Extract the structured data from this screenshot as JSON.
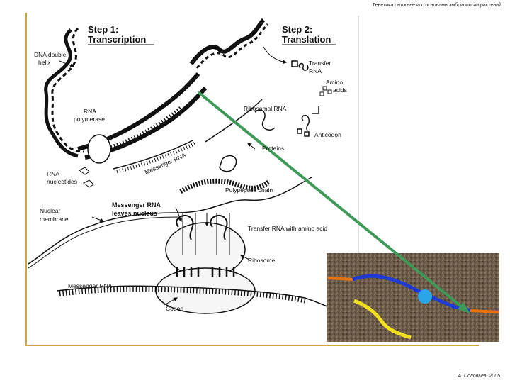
{
  "header": {
    "title": "Генетика онтогенеза с основами эмбриологии растений"
  },
  "footer": {
    "author": "А. Соловьев, 2005"
  },
  "diagram": {
    "step1": {
      "line1": "Step 1:",
      "line2": "Transcription"
    },
    "step2": {
      "line1": "Step 2:",
      "line2": "Translation"
    },
    "labels": {
      "dna_double_helix_1": "DNA double",
      "dna_double_helix_2": "helix",
      "rna_polymerase_1": "RNA",
      "rna_polymerase_2": "polymerase",
      "rna_nucleotides_1": "RNA",
      "rna_nucleotides_2": "nucleotides",
      "messenger_rna_diag": "Messenger RNA",
      "nuclear_membrane_1": "Nuclear",
      "nuclear_membrane_2": "membrane",
      "mrna_leaves_1": "Messenger RNA",
      "mrna_leaves_2": "leaves nucleus",
      "transfer_rna_1": "Transfer",
      "transfer_rna_2": "RNA",
      "amino_acids_1": "Amino",
      "amino_acids_2": "acids",
      "ribosomal_rna": "Ribosomal RNA",
      "anticodon": "Anticodon",
      "proteins": "Proteins",
      "polypeptide_chain": "Polypeptide chain",
      "transfer_rna_amino": "Transfer RNA with amino acid",
      "ribosome": "Ribosome",
      "messenger_rna_bottom": "Messenger RNA",
      "codon": "Codon"
    },
    "colors": {
      "arrow": "#3e9a58",
      "inset_background": "#6b5a48",
      "strand_blue": "#1f3bd6",
      "strand_orange": "#e6720c",
      "strand_yellow": "#f0e020",
      "marker_cyan": "#2aa6e8"
    }
  }
}
